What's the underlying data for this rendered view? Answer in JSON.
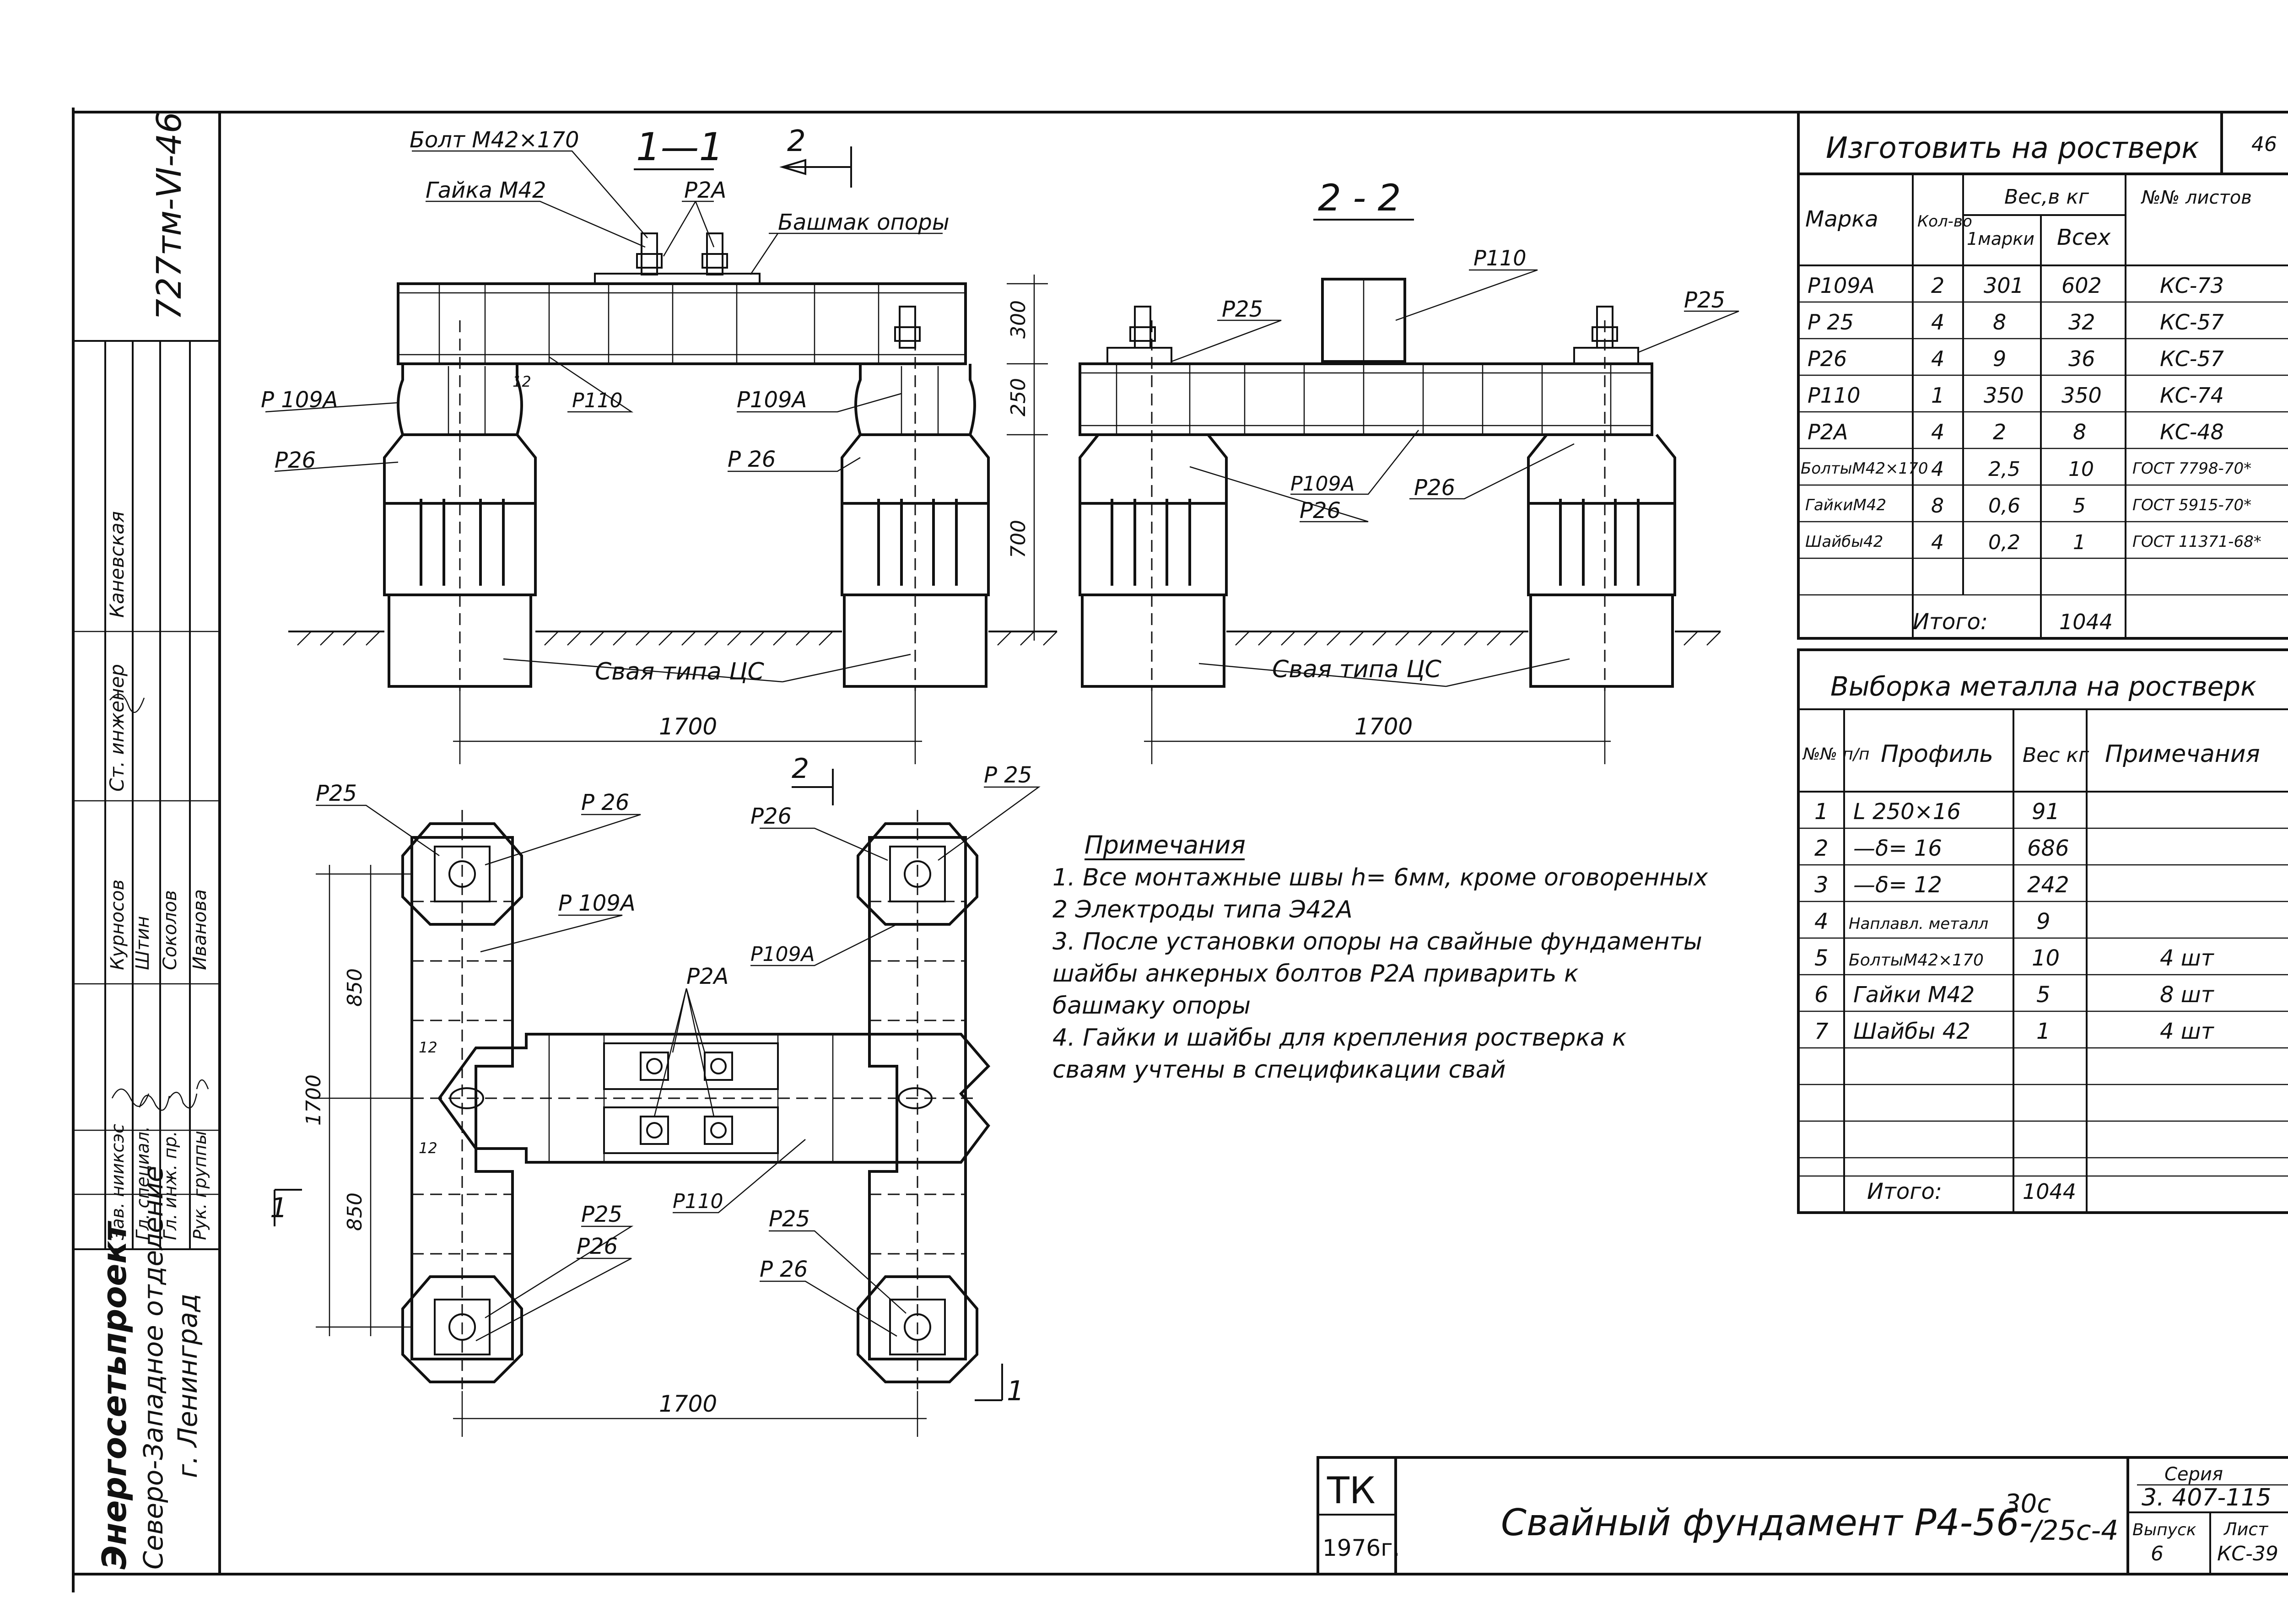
{
  "sheet": {
    "page_no": "46",
    "doc_code": "727тм-Ⅵ-46"
  },
  "title_block": {
    "org_name": "Энергосетьпроект",
    "org_branch": "Северо-Западное отделение",
    "org_city": "г. Ленинград",
    "tk": "ТК",
    "year": "1976г.",
    "drawing_title": "Свайный фундамент Р4-56-",
    "title_sup": "30с",
    "title_sub": "/25с-4",
    "series_label": "Серия",
    "series_value": "3. 407-115",
    "issue_label": "Выпуск",
    "issue_value": "6",
    "sheet_label": "Лист",
    "sheet_value": "КС-39"
  },
  "stamp": {
    "rows": [
      {
        "role": "Ст. инженер",
        "name": "Каневская"
      },
      {
        "role": "Зав. нииксэс",
        "name": "Курносов"
      },
      {
        "role": "Гл. специал.",
        "name": "Штин"
      },
      {
        "role": "Гл. инж. пр.",
        "name": "Соколов"
      },
      {
        "role": "Рук. группы",
        "name": "Иванова"
      }
    ]
  },
  "section_views": {
    "s11": {
      "title": "1—1",
      "cut_mark": "2",
      "labels": {
        "bolt": "Болт М42×170",
        "nut": "Гайка М42",
        "p2a": "Р2А",
        "shoe": "Башмак опоры",
        "p109a_left": "Р 109А",
        "p26_left": "Р26",
        "p110": "Р110",
        "p109a_right": "Р109А",
        "p26_right": "Р 26",
        "pile": "Свая типа ЦС",
        "weld": "12"
      },
      "dims": {
        "d300": "300",
        "d250": "250",
        "d700": "700",
        "d1700": "1700"
      }
    },
    "s22": {
      "title": "2 - 2",
      "labels": {
        "p110": "Р110",
        "p25_left": "Р25",
        "p25_right": "Р25",
        "p109a": "Р109А",
        "p26_mid": "Р26",
        "p26_right": "Р26",
        "pile": "Свая типа ЦС"
      },
      "dims": {
        "d1700": "1700"
      }
    },
    "plan": {
      "cut_mark_top": "2",
      "cut_mark_left": "1",
      "cut_mark_right": "1",
      "labels": {
        "p25_tl": "Р25",
        "p26_tl": "Р 26",
        "p109a_left": "Р 109А",
        "p26_tr": "Р26",
        "p25_tr": "Р 25",
        "p109a_right": "Р109А",
        "p2a": "Р2А",
        "p110": "Р110",
        "p25_bl": "Р25",
        "p26_bl": "Р26",
        "p25_br": "Р25",
        "p26_br": "Р 26",
        "weld1": "12",
        "weld2": "12"
      },
      "dims": {
        "d850a": "850",
        "d850b": "850",
        "d1700v": "1700",
        "d1700h": "1700"
      }
    }
  },
  "notes": {
    "title": "Примечания",
    "items": [
      "1.  Все монтажные швы  h= 6мм, кроме оговоренных",
      "2   Электроды типа  Э42А",
      "3.  После установки опоры на свайные фундаменты",
      "     шайбы анкерных болтов   Р2А приварить к",
      "     башмаку опоры",
      "4.  Гайки и шайбы для крепления ростверка к",
      "     сваям учтены в спецификации свай"
    ]
  },
  "table_make": {
    "title": "Изготовить на ростверк",
    "headers": {
      "mark": "Марка",
      "qty": "Кол-во",
      "weight": "Вес,в кг",
      "per_mark": "1марки",
      "total": "Всех",
      "sheets": "№№ листов"
    },
    "rows": [
      {
        "mark": "Р109А",
        "qty": "2",
        "per": "301",
        "total": "602",
        "sheet": "КС-73"
      },
      {
        "mark": "Р 25",
        "qty": "4",
        "per": "8",
        "total": "32",
        "sheet": "КС-57"
      },
      {
        "mark": "Р26",
        "qty": "4",
        "per": "9",
        "total": "36",
        "sheet": "КС-57"
      },
      {
        "mark": "Р110",
        "qty": "1",
        "per": "350",
        "total": "350",
        "sheet": "КС-74"
      },
      {
        "mark": "Р2А",
        "qty": "4",
        "per": "2",
        "total": "8",
        "sheet": "КС-48"
      },
      {
        "mark": "БолтыМ42×170",
        "qty": "4",
        "per": "2,5",
        "total": "10",
        "sheet": "ГОСТ 7798-70*"
      },
      {
        "mark": "ГайкиМ42",
        "qty": "8",
        "per": "0,6",
        "total": "5",
        "sheet": "ГОСТ 5915-70*"
      },
      {
        "mark": "Шайбы42",
        "qty": "4",
        "per": "0,2",
        "total": "1",
        "sheet": "ГОСТ 11371-68*"
      }
    ],
    "total_label": "Итого:",
    "total_value": "1044"
  },
  "table_metal": {
    "title": "Выборка металла на ростверк",
    "headers": {
      "no": "№№ п/п",
      "profile": "Профиль",
      "weight": "Вес кг",
      "note": "Примечания"
    },
    "rows": [
      {
        "no": "1",
        "profile": "L 250×16",
        "weight": "91",
        "note": ""
      },
      {
        "no": "2",
        "profile": "—δ= 16",
        "weight": "686",
        "note": ""
      },
      {
        "no": "3",
        "profile": "—δ= 12",
        "weight": "242",
        "note": ""
      },
      {
        "no": "4",
        "profile": "Наплавл. металл",
        "weight": "9",
        "note": ""
      },
      {
        "no": "5",
        "profile": "БолтыМ42×170",
        "weight": "10",
        "note": "4 шт"
      },
      {
        "no": "6",
        "profile": "Гайки М42",
        "weight": "5",
        "note": "8 шт"
      },
      {
        "no": "7",
        "profile": "Шайбы 42",
        "weight": "1",
        "note": "4 шт"
      }
    ],
    "total_label": "Итого:",
    "total_value": "1044"
  }
}
